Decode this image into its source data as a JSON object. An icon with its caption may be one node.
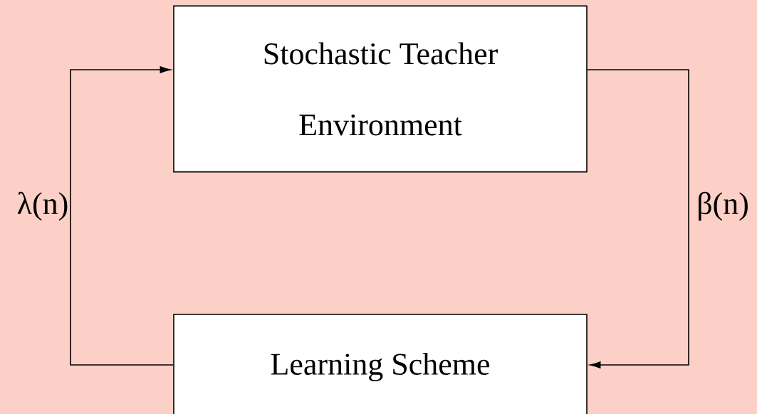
{
  "diagram": {
    "nodes": [
      {
        "text": [
          "Stochastic Teacher Environment"
        ]
      },
      {
        "text": [
          "Learning Scheme"
        ]
      }
    ],
    "edges": [
      {
        "from": 1,
        "to": 0,
        "arrow": "to",
        "label": "λ(n)"
      },
      {
        "from": 0,
        "to": 1,
        "arrow": "to",
        "label": "β(n)"
      }
    ]
  }
}
